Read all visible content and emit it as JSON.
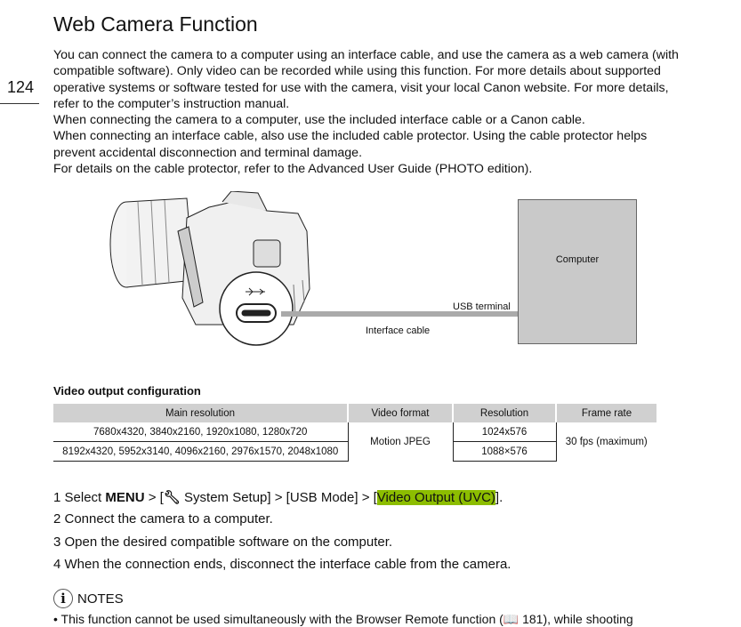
{
  "page_number": "124",
  "title": "Web Camera Function",
  "intro": [
    "You can connect the camera to a computer using an interface cable, and use the camera as a web camera (with compatible software). Only video can be recorded while using this function. For more details about supported operative systems or software tested for use with the camera, visit your local Canon website. For more details, refer to the computer’s instruction manual.",
    "When connecting the camera to a computer, use the included interface cable or a Canon cable.",
    "When connecting an interface cable, also use the included cable protector. Using the cable protector helps prevent accidental disconnection and terminal damage.",
    "For details on the cable protector, refer to the Advanced User Guide (PHOTO edition)."
  ],
  "figure": {
    "computer_label": "Computer",
    "usb_terminal_label": "USB terminal",
    "cable_label": "Interface cable"
  },
  "table": {
    "title": "Video output configuration",
    "headers": [
      "Main resolution",
      "Video format",
      "Resolution",
      "Frame rate"
    ],
    "rows": [
      {
        "main": "7680x4320, 3840x2160, 1920x1080, 1280x720",
        "resolution": "1024x576"
      },
      {
        "main": "8192x4320, 5952x3140, 4096x2160, 2976x1570, 2048x1080",
        "resolution": "1088×576"
      }
    ],
    "video_format": "Motion JPEG",
    "frame_rate": "30 fps (maximum)"
  },
  "steps": {
    "s1_prefix": "1 Select ",
    "s1_menu": "MENU",
    "s1_mid": " > [",
    "s1_setup": " System Setup] > [USB Mode] > [",
    "s1_highlight": "Video Output (UVC)",
    "s1_end": "].",
    "s2": "2 Connect the camera to a computer.",
    "s3": "3 Open the desired compatible software on the computer.",
    "s4": "4 When the connection ends, disconnect the interface cable from the camera."
  },
  "notes": {
    "heading": "NOTES",
    "bullet1": "•  This function cannot be used simultaneously with the Browser Remote function (📖 181), while shooting"
  },
  "colors": {
    "highlight": "#8cbd00",
    "table_header": "#d0d0d0",
    "computer": "#c9c9c9"
  }
}
